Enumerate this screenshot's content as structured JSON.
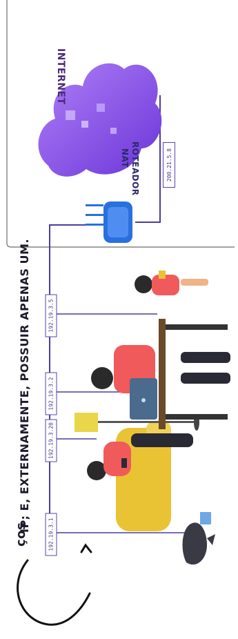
{
  "caption": {
    "fragment": "ços",
    "text": "IP; E, EXTERNAMENTE, POSSUIR APENAS UM."
  },
  "internet": {
    "label": "INTERNET"
  },
  "router": {
    "label_line1": "ROTEADOR",
    "label_line2": "NAT",
    "public_ip": "200.21.5.8"
  },
  "devices": [
    {
      "ip": "192.19.3.1",
      "kind": "laptop-on-table"
    },
    {
      "ip": "192.19.3.20",
      "kind": "phone"
    },
    {
      "ip": "192.19.3.2",
      "kind": "laptop"
    },
    {
      "ip": "192.19.3.5",
      "kind": "tablet"
    }
  ],
  "colors": {
    "line": "#4b3a9f",
    "box": "#5b3fb0",
    "cloud": "#8e5cf0",
    "router": "#2a6fe0",
    "accent_red": "#f05a5a",
    "accent_yellow": "#e9c334"
  }
}
